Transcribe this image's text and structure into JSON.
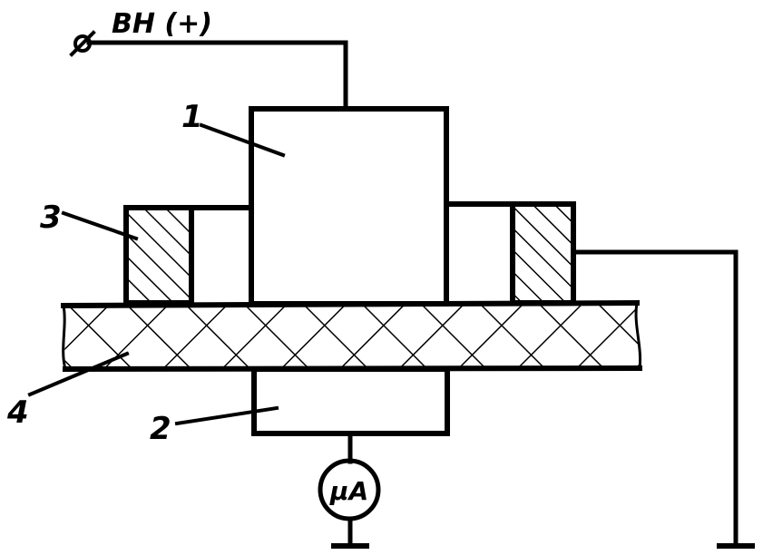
{
  "labels": {
    "supply": "ВН (+)",
    "meter": "µA",
    "item1": "1",
    "item2": "2",
    "item3": "3",
    "item4": "4"
  },
  "colors": {
    "ink": "#000000",
    "background": "#ffffff"
  }
}
